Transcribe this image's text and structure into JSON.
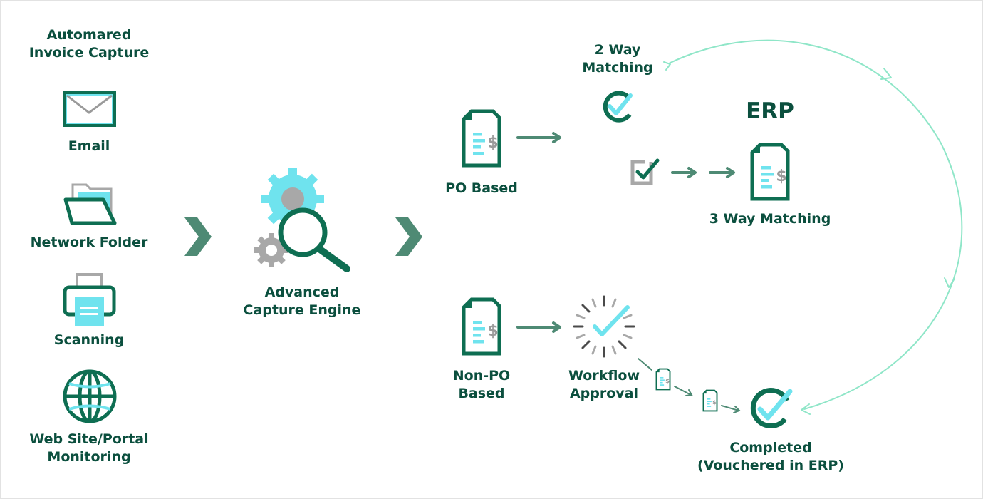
{
  "diagram": {
    "capture_title": "Automared\nInvoice Capture",
    "sources": [
      {
        "label": "Email",
        "icon": "email-icon"
      },
      {
        "label": "Network Folder",
        "icon": "network-folder-icon"
      },
      {
        "label": "Scanning",
        "icon": "scanner-icon"
      },
      {
        "label": "Web Site/Portal\nMonitoring",
        "icon": "globe-icon"
      }
    ],
    "engine_label": "Advanced\nCapture Engine",
    "po_based_label": "PO Based",
    "non_po_label": "Non-PO\nBased",
    "two_way_label": "2 Way\nMatching",
    "erp_label": "ERP",
    "three_way_label": "3 Way Matching",
    "workflow_label": "Workflow\nApproval",
    "completed_label": "Completed\n(Vouchered in ERP)"
  },
  "colors": {
    "dark_green": "#0e6e52",
    "text_green": "#0b4f3e",
    "light_cyan": "#6fe3ee",
    "arrow_green": "#4e8a74",
    "gray": "#a8a8a8",
    "arc": "#8fe6c8"
  }
}
